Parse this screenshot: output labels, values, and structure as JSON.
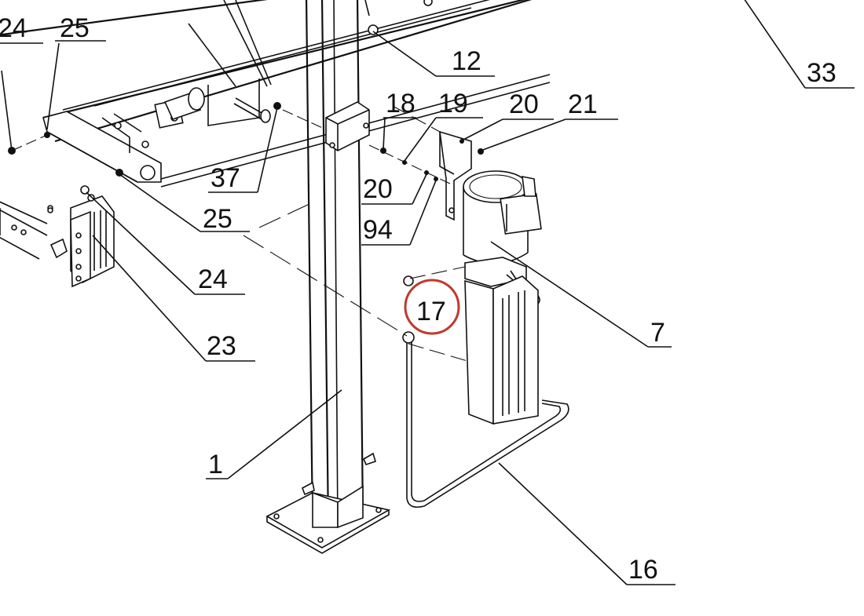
{
  "diagram": {
    "callouts": {
      "c24_top": "24",
      "c25_top": "25",
      "c12": "12",
      "c33": "33",
      "c18": "18",
      "c19": "19",
      "c20_top": "20",
      "c21": "21",
      "c37": "37",
      "c20_mid": "20",
      "c25_mid": "25",
      "c94": "94",
      "c24_mid": "24",
      "c17": "17",
      "c7": "7",
      "c23": "23",
      "c1": "1",
      "c16": "16"
    },
    "highlight": {
      "target": "17",
      "color": "#c0392b"
    }
  }
}
